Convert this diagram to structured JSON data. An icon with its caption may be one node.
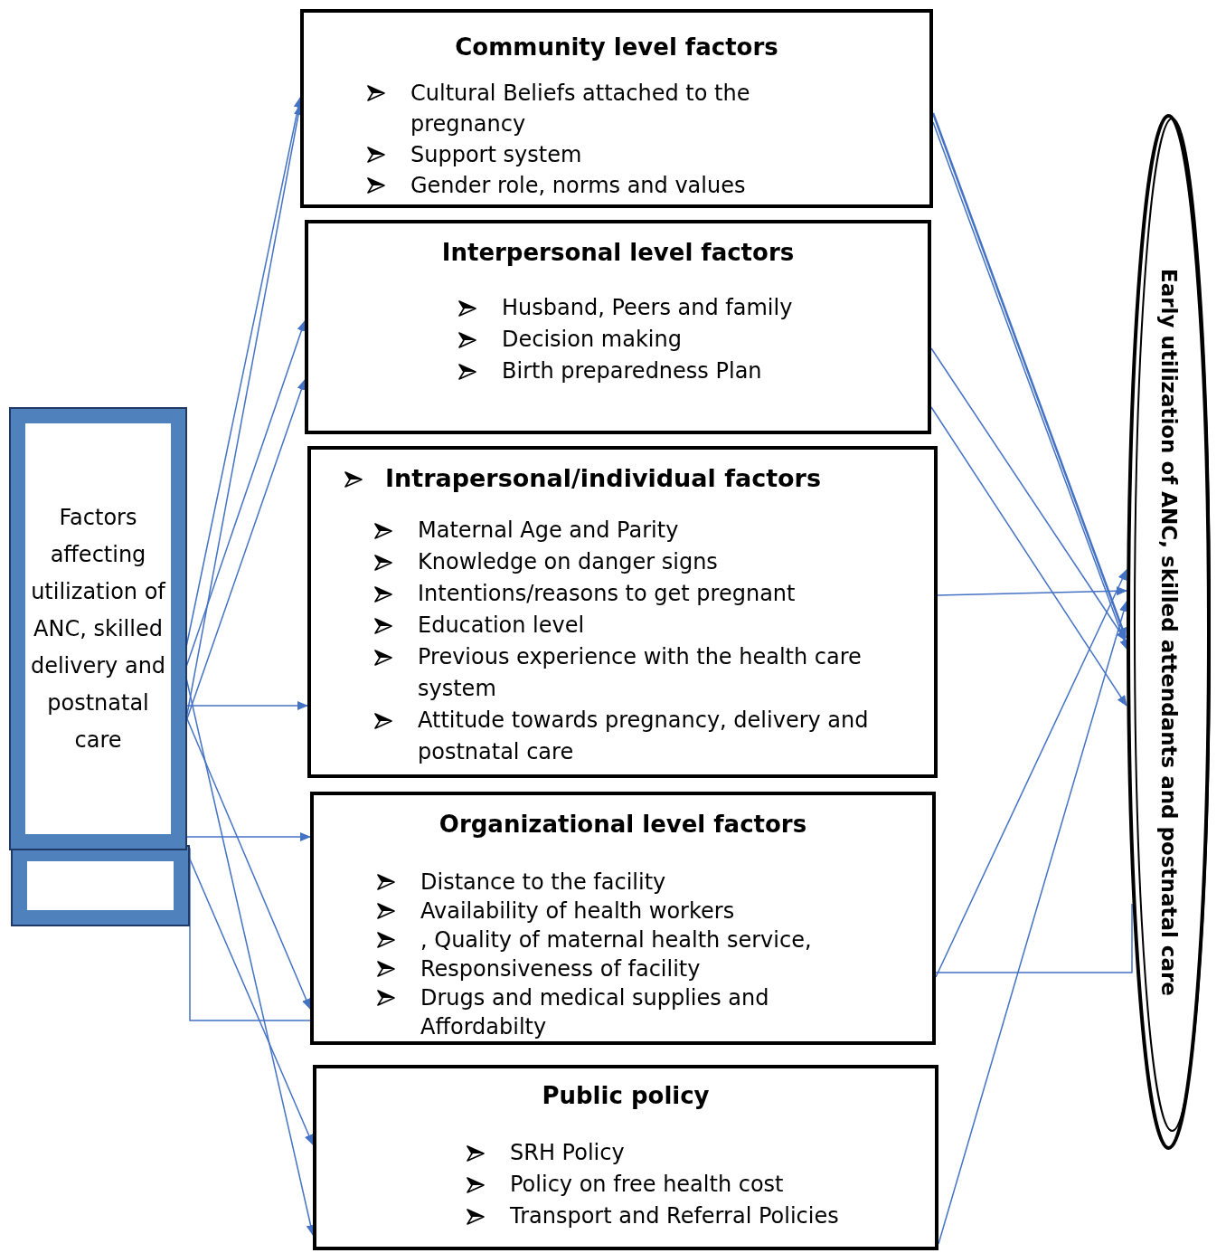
{
  "diagram": {
    "nodes": [
      {
        "text": [
          "Factors affecting utilization of ANC, skilled delivery and postnatal care"
        ]
      },
      {
        "text": [
          "Community level factors",
          "Cultural Beliefs attached to the pregnancy",
          "Support system",
          "Gender role, norms and values"
        ]
      },
      {
        "text": [
          "Interpersonal level factors",
          "Husband, Peers and family",
          "Decision making",
          "Birth preparedness Plan"
        ]
      },
      {
        "text": [
          "Intrapersonal/individual factors",
          "Maternal Age and Parity",
          "Knowledge on danger signs",
          "Intentions/reasons to get pregnant",
          "Education level",
          "Previous experience with the health care system",
          "Attitude towards pregnancy, delivery and postnatal care"
        ]
      },
      {
        "text": [
          "Organizational level factors",
          "Distance to the facility",
          "Availability of health workers",
          ", Quality of maternal health service,",
          "Responsiveness of facility",
          "Drugs and medical supplies and Affordabilty"
        ]
      },
      {
        "text": [
          "Public policy",
          "SRH Policy",
          "Policy on free health cost",
          "Transport and Referral Policies"
        ]
      },
      {
        "text": [
          "Early utilization of ANC, skilled attendants and postnatal care"
        ]
      }
    ],
    "edges": [
      {
        "from": 0,
        "to": 1,
        "arrow": "to"
      },
      {
        "from": 0,
        "to": 1,
        "arrow": "to"
      },
      {
        "from": 0,
        "to": 2,
        "arrow": "to"
      },
      {
        "from": 0,
        "to": 2,
        "arrow": "to"
      },
      {
        "from": 0,
        "to": 3,
        "arrow": "to"
      },
      {
        "from": 0,
        "to": 4,
        "arrow": "to"
      },
      {
        "from": 0,
        "to": 4,
        "arrow": "to"
      },
      {
        "from": 0,
        "to": 4,
        "arrow": "none"
      },
      {
        "from": 0,
        "to": 5,
        "arrow": "to"
      },
      {
        "from": 0,
        "to": 5,
        "arrow": "to"
      },
      {
        "from": 1,
        "to": 6,
        "arrow": "to"
      },
      {
        "from": 1,
        "to": 6,
        "arrow": "to"
      },
      {
        "from": 2,
        "to": 6,
        "arrow": "to"
      },
      {
        "from": 2,
        "to": 6,
        "arrow": "to"
      },
      {
        "from": 3,
        "to": 6,
        "arrow": "to"
      },
      {
        "from": 4,
        "to": 6,
        "arrow": "to"
      },
      {
        "from": 4,
        "to": 6,
        "arrow": "none"
      },
      {
        "from": 5,
        "to": 6,
        "arrow": "to"
      }
    ]
  }
}
